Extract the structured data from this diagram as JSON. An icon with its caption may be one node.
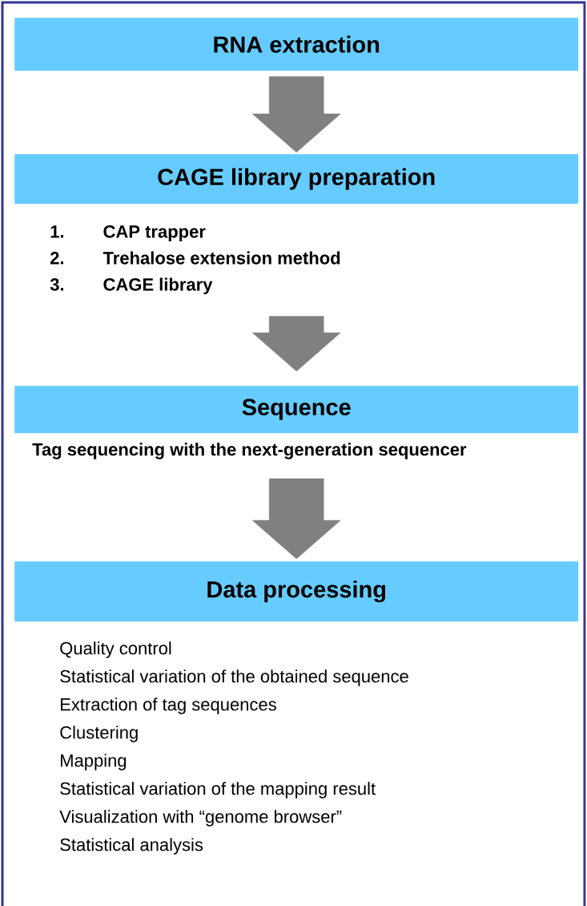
{
  "diagram": {
    "nodes": [
      {
        "text": [
          "RNA extraction"
        ]
      },
      {
        "text": [
          "CAGE library preparation"
        ]
      },
      {
        "text": [
          "1.",
          "CAP trapper",
          "2.",
          "Trehalose extension method",
          "3.",
          "CAGE library"
        ]
      },
      {
        "text": [
          "Sequence"
        ]
      },
      {
        "text": [
          "Tag sequencing with the next-generation sequencer"
        ]
      },
      {
        "text": [
          "Data processing"
        ]
      }
    ],
    "edges": [
      {
        "from": 0,
        "to": 1,
        "arrow": "to",
        "style": "thick"
      },
      {
        "from": 2,
        "to": 3,
        "arrow": "to",
        "style": "thick"
      },
      {
        "from": 4,
        "to": 5,
        "arrow": "to",
        "style": "thick"
      }
    ],
    "labels": [
      "Quality control",
      "Statistical variation of the obtained sequence",
      "Extraction of tag sequences",
      "Clustering",
      "Mapping",
      "Statistical variation of the mapping result",
      "Visualization with “genome browser”",
      "Statistical analysis"
    ]
  }
}
